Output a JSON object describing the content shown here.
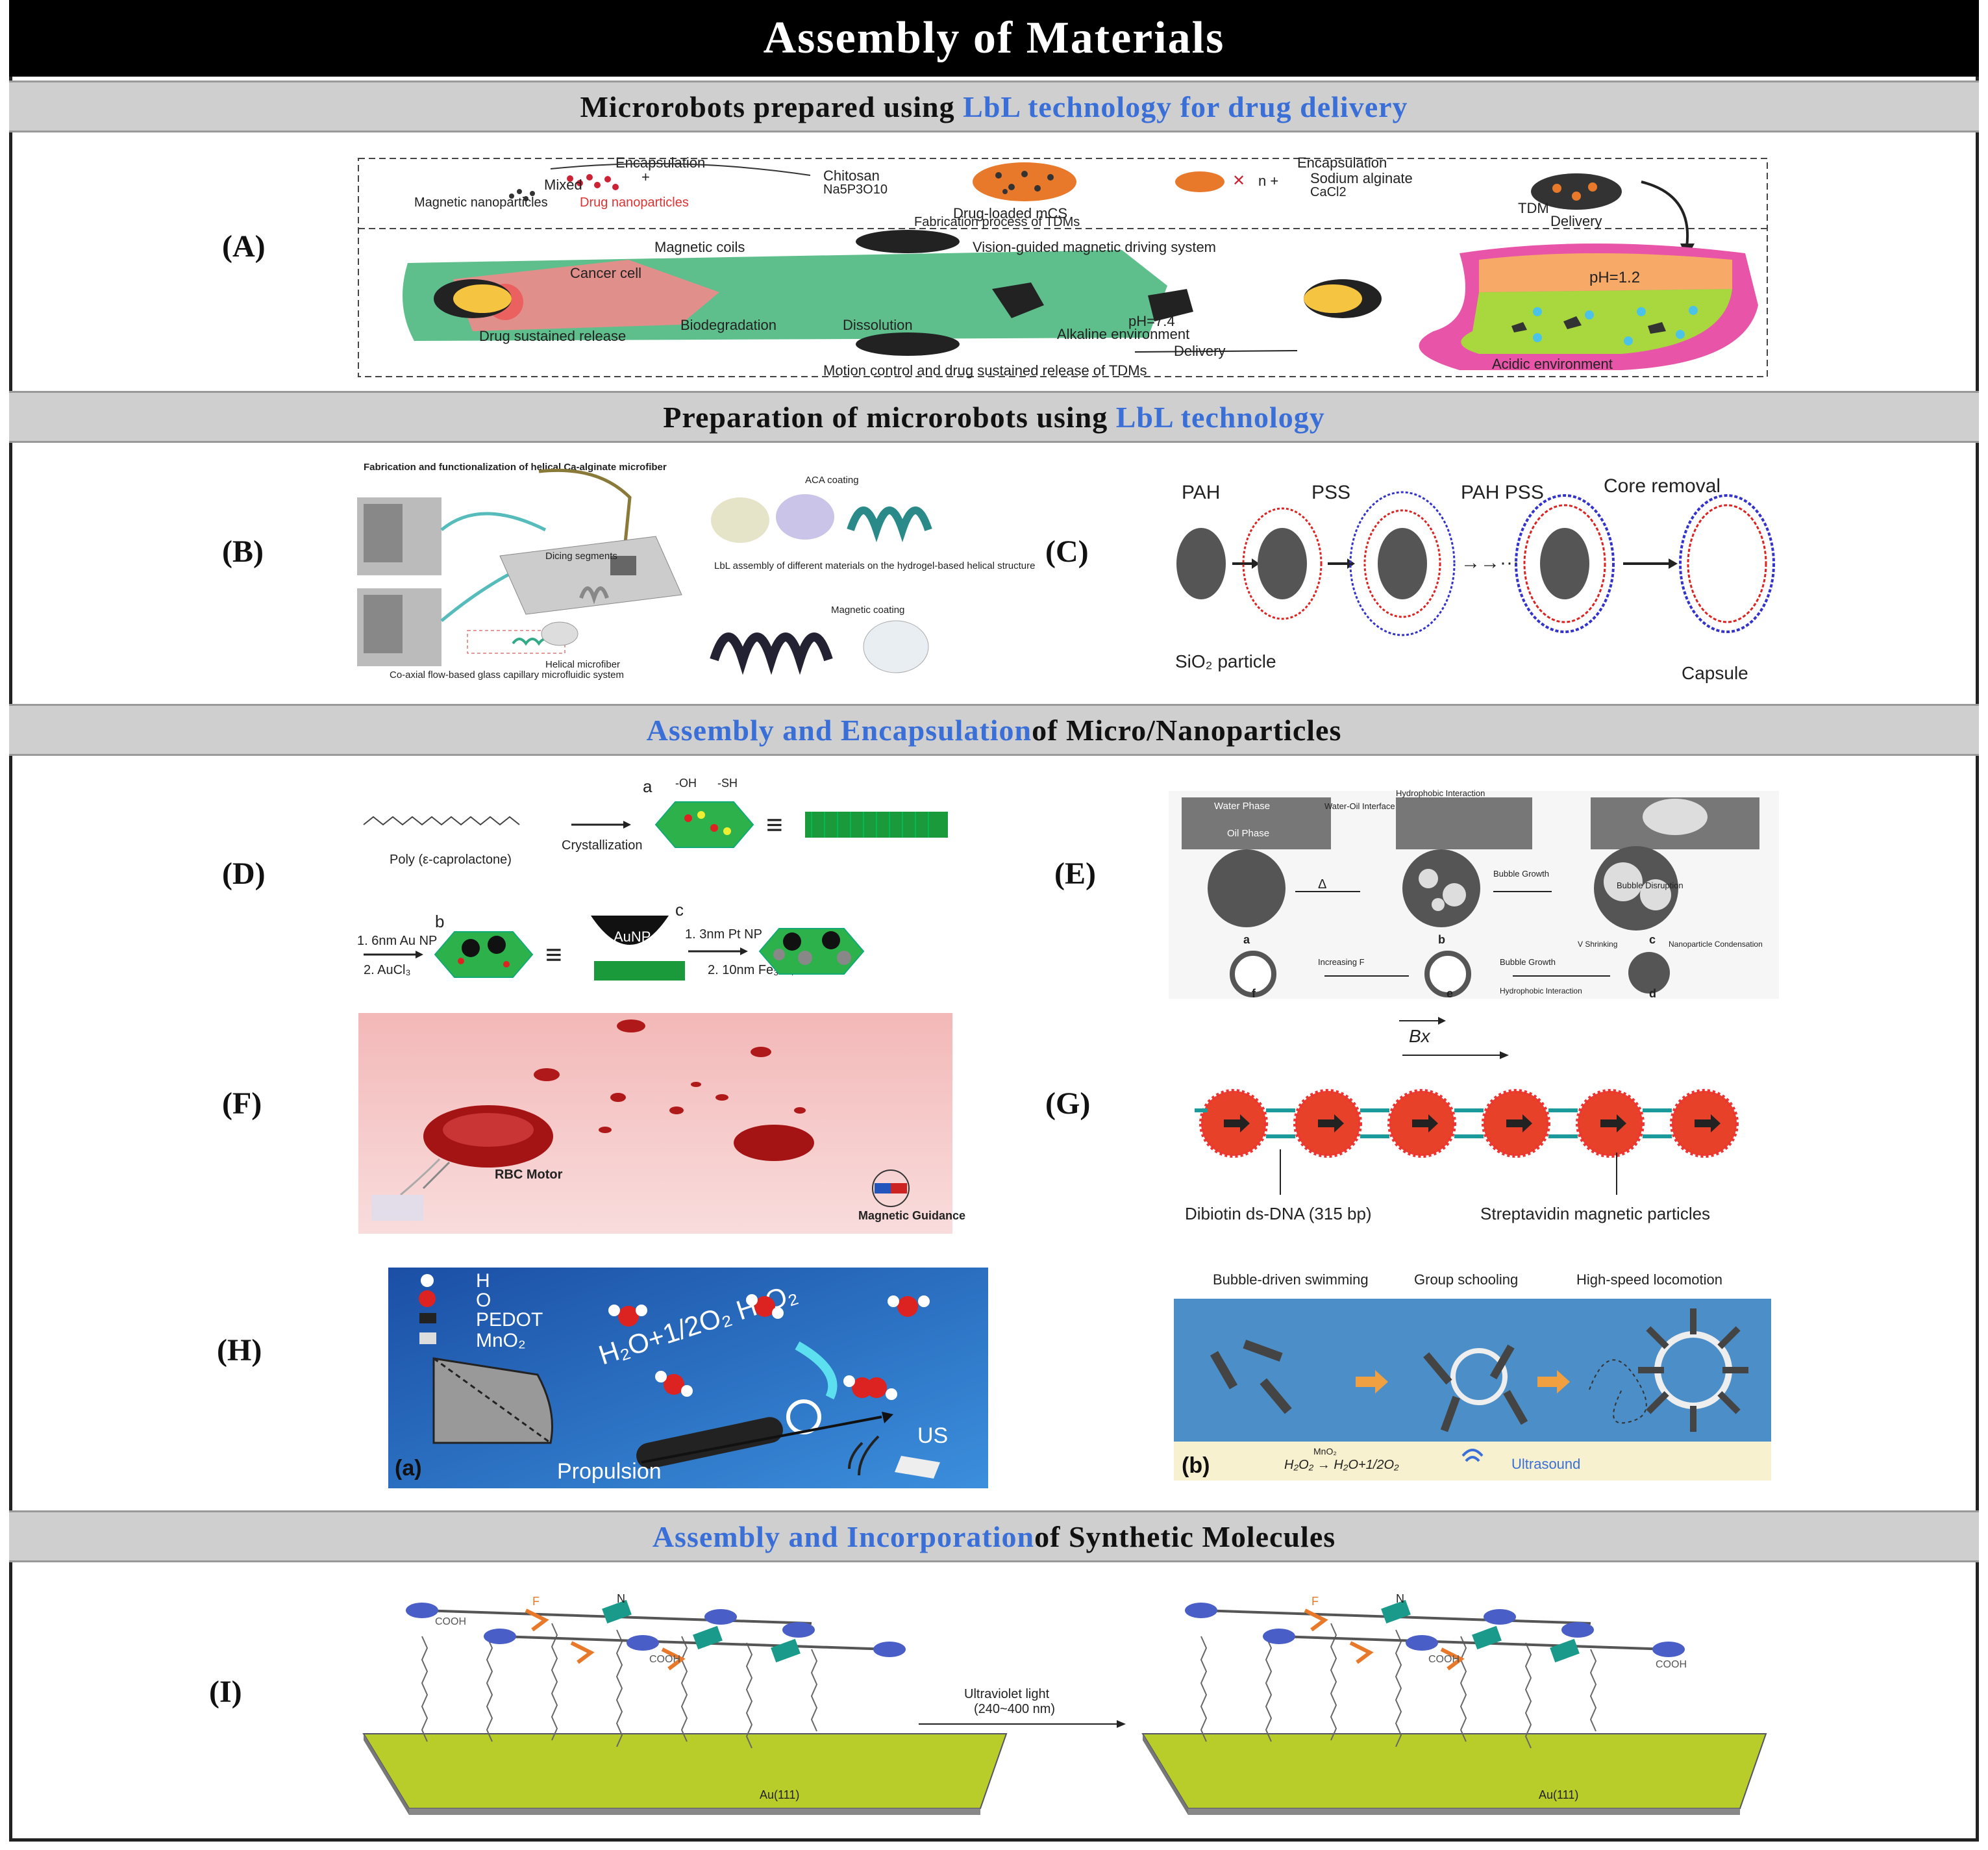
{
  "title": "Assembly of Materials",
  "sections": [
    {
      "pre": "Microrobots prepared using ",
      "hl": "LbL technology for drug delivery",
      "post": ""
    },
    {
      "pre": "Preparation of microrobots using ",
      "hl": "LbL technology",
      "post": ""
    },
    {
      "pre": "",
      "hl": "Assembly and Encapsulation",
      "post": " of Micro/Nanoparticles"
    },
    {
      "pre": "",
      "hl": "Assembly and Incorporation",
      "post": " of Synthetic Molecules"
    }
  ],
  "labels": {
    "A": "(A)",
    "B": "(B)",
    "C": "(C)",
    "D": "(D)",
    "E": "(E)",
    "F": "(F)",
    "G": "(G)",
    "H": "(H)",
    "I": "(I)"
  },
  "panelA": {
    "encapsulation": "Encapsulation",
    "mixed": "Mixed",
    "chitosan": "Chitosan",
    "napo": "Na5P3O10",
    "drug_loaded": "Drug-loaded mCS",
    "sodium_alginate": "Sodium alginate",
    "cacl": "CaCl2",
    "tdm": "TDM",
    "delivery": "Delivery",
    "magnetic_np": "Magnetic nanoparticles",
    "drug_np": "Drug nanoparticles",
    "fabrication": "Fabrication process of TDMs",
    "magnetic_coils": "Magnetic coils",
    "vision": "Vision-guided magnetic driving system",
    "cancer_cell": "Cancer cell",
    "ph12": "pH=1.2",
    "dissolution": "Dissolution",
    "biodegradation": "Biodegradation",
    "sustained": "Drug sustained release",
    "ph74": "pH=7.4",
    "alkaline": "Alkaline environment",
    "delivery2": "Delivery",
    "acidic": "Acidic environment",
    "motion": "Motion control and drug sustained release of TDMs"
  },
  "panelB": {
    "fab_title": "Fabrication and functionalization of helical Ca-alginate microfiber",
    "aca": "ACA coating",
    "dicing": "Dicing segments",
    "lbl": "LbL assembly of different materials on the hydrogel-based helical structure",
    "magnetic": "Magnetic coating",
    "helical": "Helical microfiber",
    "coaxial": "Co-axial flow-based glass capillary microfluidic system"
  },
  "panelC": {
    "pah": "PAH",
    "pss": "PSS",
    "pahpss": "PAH PSS",
    "core_removal": "Core removal",
    "sio2": "SiO₂ particle",
    "capsule": "Capsule"
  },
  "panelD": {
    "oh": "-OH",
    "sh": "-SH",
    "a": "a",
    "b": "b",
    "c": "c",
    "pcl": "Poly (ε-caprolactone)",
    "cryst": "Crystallization",
    "au1": "1. 6nm Au NP",
    "au2": "2. AuCl₃",
    "aunp": "AuNP",
    "pt1": "1. 3nm Pt NP",
    "pt2": "2. 10nm Fe₃O₄NP"
  },
  "panelE": {
    "water": "Water Phase",
    "oil": "Oil Phase",
    "wo": "Water-Oil Interface",
    "hydrophobic": "Hydrophobic Interaction",
    "a": "a",
    "b": "b",
    "c": "c",
    "d": "d",
    "e": "e",
    "f": "f",
    "delta": "Δ",
    "growth": "Bubble Growth",
    "disruption": "Bubble Disruption",
    "shrinking": "V Shrinking",
    "np_cond": "Nanoparticle Condensation",
    "increasing": "Increasing F",
    "growth2": "Bubble Growth",
    "hydro2": "Hydrophobic Interaction"
  },
  "panelF": {
    "rbc": "RBC Motor",
    "mag": "Magnetic Guidance"
  },
  "panelG": {
    "bx": "Bx",
    "dna": "Dibiotin ds-DNA (315 bp)",
    "strept": "Streptavidin magnetic particles"
  },
  "panelH": {
    "h": "H",
    "o": "O",
    "pedot": "PEDOT",
    "mno2": "MnO₂",
    "reaction": "H₂O+1/2O₂  H₂O₂",
    "a": "(a)",
    "prop": "Propulsion",
    "us": "US",
    "bubble": "Bubble-driven swimming",
    "group": "Group schooling",
    "high": "High-speed locomotion",
    "b": "(b)",
    "eq": "H₂O₂ → H₂O+1/2O₂",
    "mno2b": "MnO₂",
    "ultrasound": "Ultrasound"
  },
  "panelI": {
    "uv": "Ultraviolet light",
    "uvnm": "(240~400 nm)",
    "au": "Au(111)",
    "cooh": "COOH",
    "n": "N",
    "f": "F"
  },
  "colors": {
    "accent": "#3a6fd8",
    "band": "#cfcfcf",
    "title_bg": "#000000"
  }
}
